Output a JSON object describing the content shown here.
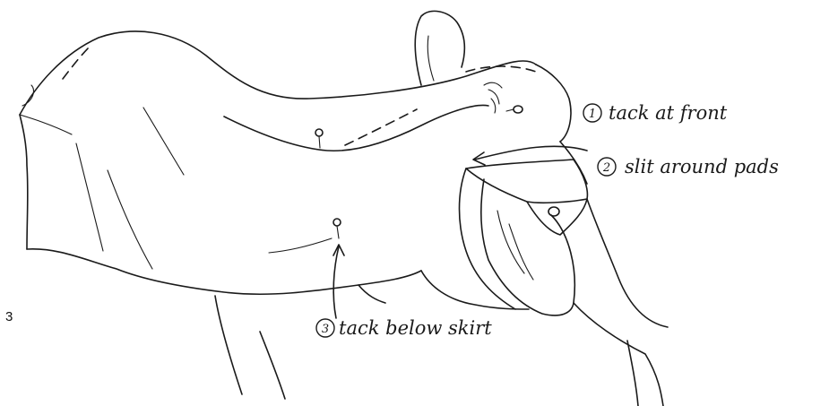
{
  "figure_number": "3",
  "annotations": [
    {
      "number": "1",
      "text": "tack at front"
    },
    {
      "number": "2",
      "text": "slit around pads"
    },
    {
      "number": "3",
      "text": "tack below skirt"
    }
  ],
  "colors": {
    "ink": "#1a1a1a",
    "background": "#ffffff"
  }
}
